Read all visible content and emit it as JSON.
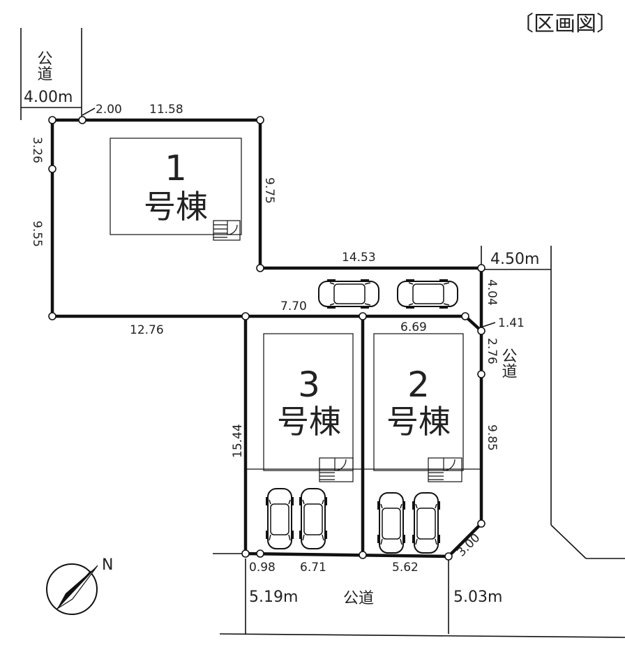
{
  "title": "〔区画図〕",
  "roads": {
    "top_left": "公道",
    "right": "公道",
    "bottom": "公道"
  },
  "road_widths": {
    "top_left": "4.00m",
    "right": "4.50m",
    "bottom_left": "5.19m",
    "bottom_right": "5.03m"
  },
  "buildings": [
    {
      "number": "1",
      "name": "号棟"
    },
    {
      "number": "2",
      "name": "号棟"
    },
    {
      "number": "3",
      "name": "号棟"
    }
  ],
  "dimensions": {
    "lot1_top_short": "2.00",
    "lot1_top": "11.58",
    "lot1_left_upper": "3.26",
    "lot1_left_lower": "9.55",
    "lot1_right": "9.75",
    "access_top": "14.53",
    "lot1_bottom": "12.76",
    "lot3_top": "7.70",
    "lot2_top": "6.69",
    "right_upper": "4.04",
    "corner_cut_top": "1.41",
    "right_mid": "2.76",
    "right_lower": "9.85",
    "lot3_left": "15.44",
    "bottom_short": "0.98",
    "lot3_bottom": "6.71",
    "lot2_bottom": "5.62",
    "corner_cut_bottom": "3.00"
  },
  "compass": {
    "label": "N"
  },
  "icons": [
    "car-icon",
    "entrance-icon",
    "compass-icon"
  ]
}
